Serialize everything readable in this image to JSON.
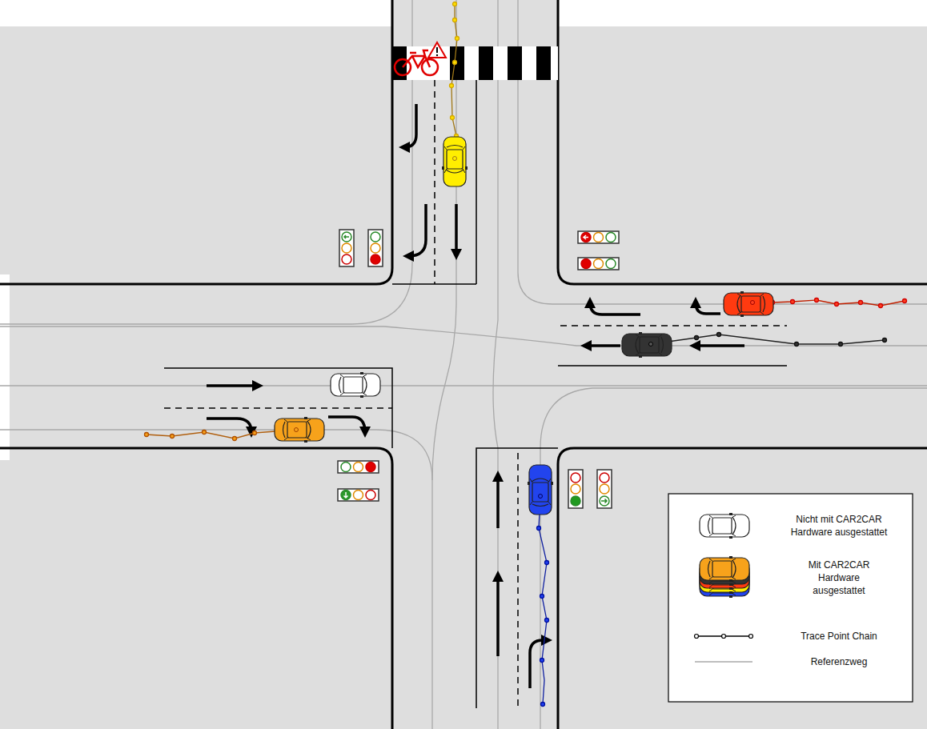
{
  "diagram": {
    "legend": [
      {
        "text": "Nicht mit CAR2CAR Hardware ausgestattet"
      },
      {
        "text": "Mit CAR2CAR Hardware ausgestattet"
      },
      {
        "text": "Trace Point Chain"
      },
      {
        "text": "Referenzweg"
      }
    ]
  }
}
